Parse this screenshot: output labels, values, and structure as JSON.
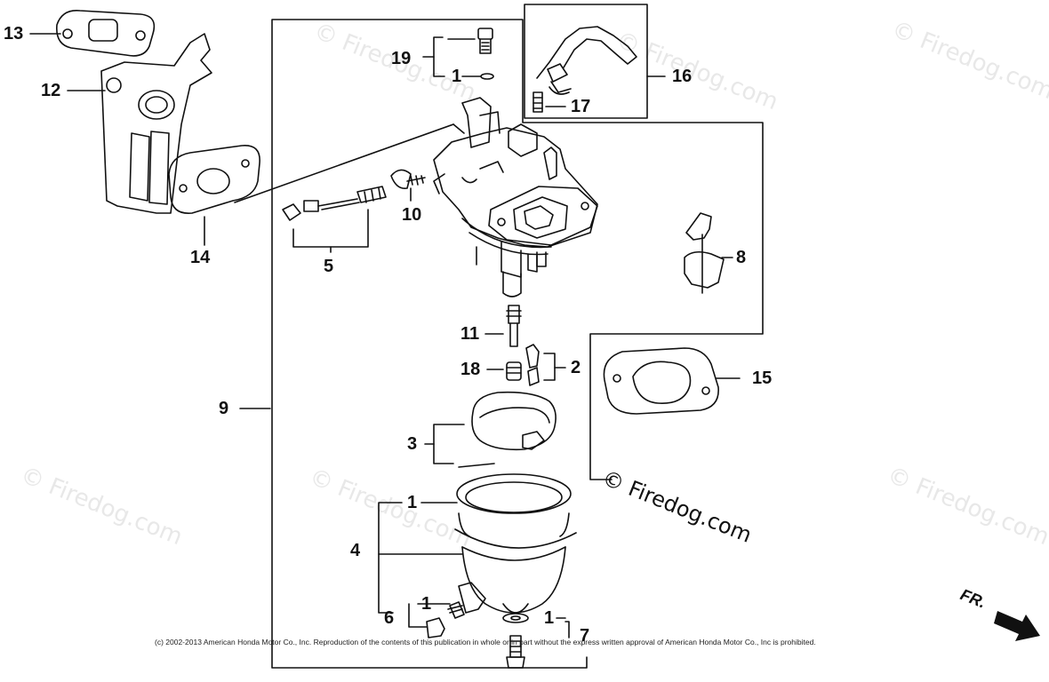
{
  "diagram": {
    "callouts": [
      {
        "id": "c13",
        "label": "13"
      },
      {
        "id": "c12",
        "label": "12"
      },
      {
        "id": "c14",
        "label": "14"
      },
      {
        "id": "c5",
        "label": "5"
      },
      {
        "id": "c10",
        "label": "10"
      },
      {
        "id": "c19",
        "label": "19"
      },
      {
        "id": "c1a",
        "label": "1"
      },
      {
        "id": "c16",
        "label": "16"
      },
      {
        "id": "c17",
        "label": "17"
      },
      {
        "id": "c8",
        "label": "8"
      },
      {
        "id": "c11",
        "label": "11"
      },
      {
        "id": "c18",
        "label": "18"
      },
      {
        "id": "c2",
        "label": "2"
      },
      {
        "id": "c15",
        "label": "15"
      },
      {
        "id": "c9",
        "label": "9"
      },
      {
        "id": "c3",
        "label": "3"
      },
      {
        "id": "c1b",
        "label": "1"
      },
      {
        "id": "c4",
        "label": "4"
      },
      {
        "id": "c6",
        "label": "6"
      },
      {
        "id": "c1c",
        "label": "1"
      },
      {
        "id": "c1d",
        "label": "1"
      },
      {
        "id": "c7",
        "label": "7"
      }
    ],
    "watermark": "© Firedog.com",
    "watermark_main": "© Firedog.com",
    "front_label": "FR.",
    "copyright": "(c) 2002-2013 American Honda Motor Co., Inc. Reproduction of the contents of this publication in whole or in part without the express written approval of American Honda Motor Co., Inc is prohibited."
  }
}
